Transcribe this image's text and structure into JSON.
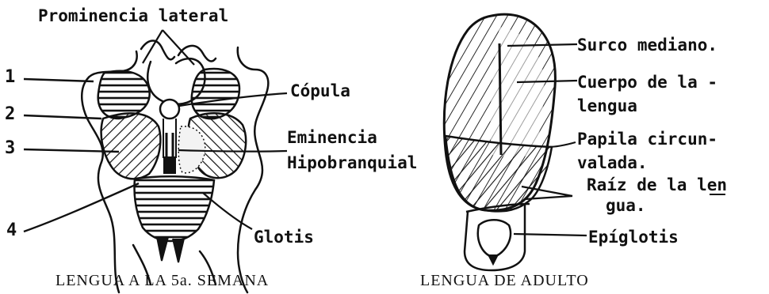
{
  "left_figure": {
    "caption": "LENGUA A LA 5a. SEMANA",
    "labels": {
      "prominencia": "Prominencia lateral",
      "n1": "1",
      "n2": "2",
      "n3": "3",
      "n4": "4",
      "copula": "Cópula",
      "eminencia_1": "Eminencia",
      "eminencia_2": "Hipobranquial",
      "glotis": "Glotis"
    }
  },
  "right_figure": {
    "caption": "LENGUA DE ADULTO",
    "labels": {
      "surco": "Surco mediano.",
      "cuerpo_1": "Cuerpo de la -",
      "cuerpo_2": "lengua",
      "papila_1": "Papila circun-",
      "papila_2": "valada.",
      "raiz_1": "Raíz de la len",
      "raiz_2": "gua.",
      "epiglotis": "Epíglotis"
    }
  },
  "colors": {
    "ink": "#111111",
    "paper": "#ffffff"
  }
}
